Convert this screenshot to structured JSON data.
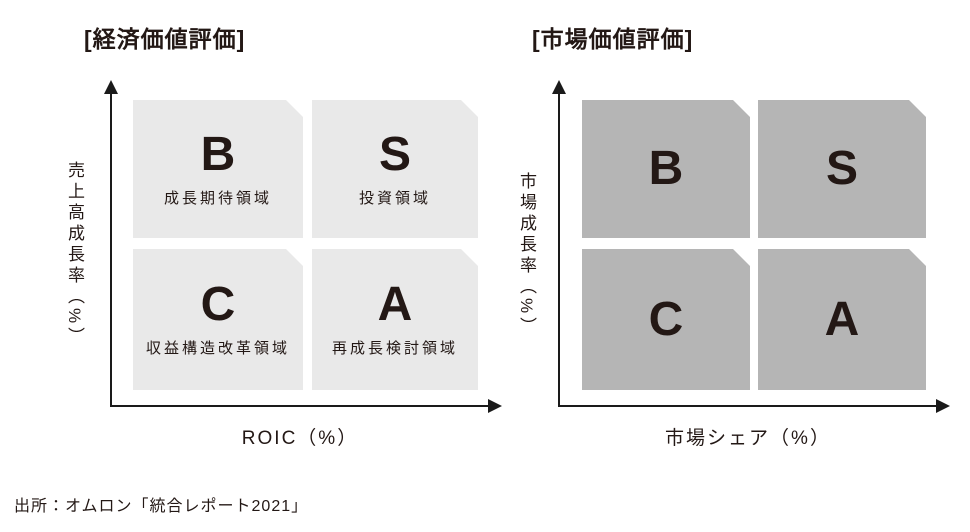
{
  "source": "出所：オムロン「統合レポート2021」",
  "colors": {
    "background": "#ffffff",
    "axis": "#1a1a1a",
    "text": "#231815",
    "economic_quadrant_fill": "#e9e9e9",
    "market_quadrant_fill": "#b5b5b5"
  },
  "charts": [
    {
      "title": "[経済価値評価]",
      "y_axis_label": "売上高成長率（%）",
      "x_axis_label": "ROIC（%）",
      "quadrants": [
        {
          "letter": "B",
          "label": "成長期待領域",
          "position": "top-left"
        },
        {
          "letter": "S",
          "label": "投資領域",
          "position": "top-right"
        },
        {
          "letter": "C",
          "label": "収益構造改革領域",
          "position": "bottom-left"
        },
        {
          "letter": "A",
          "label": "再成長検討領域",
          "position": "bottom-right"
        }
      ]
    },
    {
      "title": "[市場価値評価]",
      "y_axis_label": "市場成長率（%）",
      "x_axis_label": "市場シェア（%）",
      "quadrants": [
        {
          "letter": "B",
          "label": "",
          "position": "top-left"
        },
        {
          "letter": "S",
          "label": "",
          "position": "top-right"
        },
        {
          "letter": "C",
          "label": "",
          "position": "bottom-left"
        },
        {
          "letter": "A",
          "label": "",
          "position": "bottom-right"
        }
      ]
    }
  ]
}
